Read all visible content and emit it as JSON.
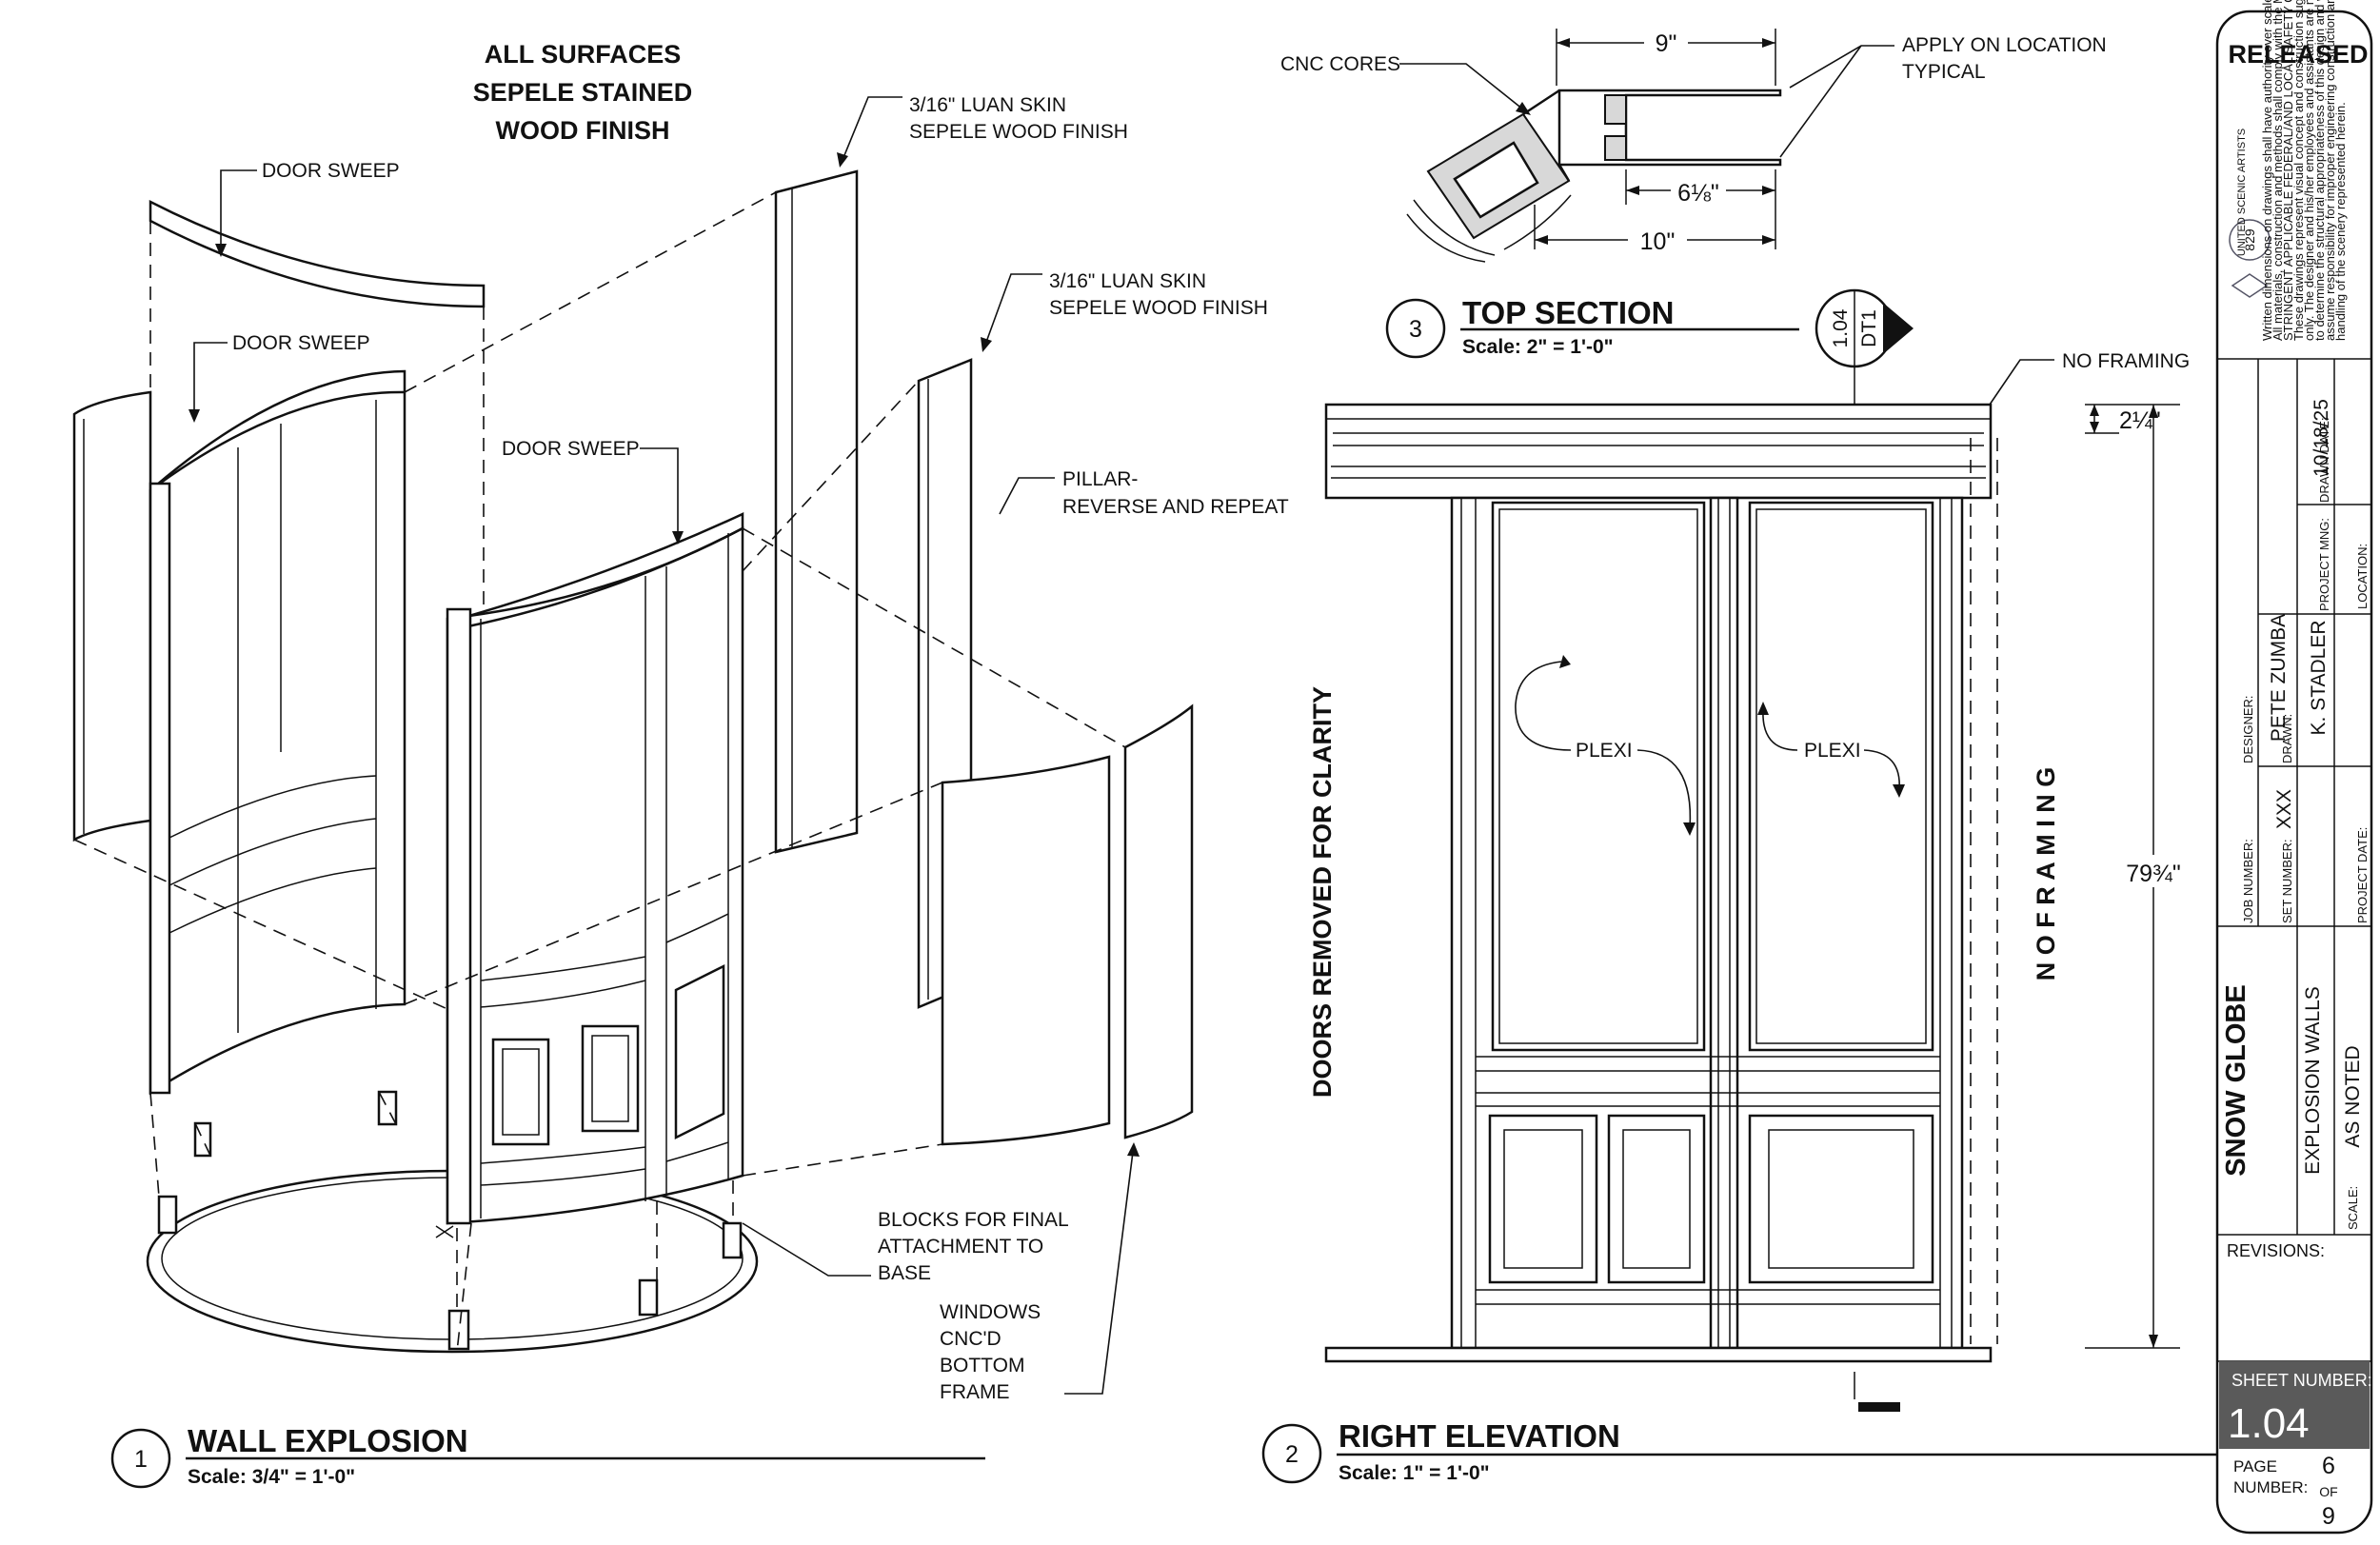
{
  "status": "RELEASED",
  "notes": {
    "finish": [
      "ALL SURFACES",
      "SEPELE STAINED",
      "WOOD FINISH"
    ],
    "door_sweep": "DOOR SWEEP",
    "luan_skin_1": [
      "3/16\" LUAN SKIN",
      "SEPELE WOOD FINISH"
    ],
    "luan_skin_2": [
      "3/16\" LUAN SKIN",
      "SEPELE WOOD FINISH"
    ],
    "pillar": [
      "PILLAR-",
      "REVERSE AND REPEAT"
    ],
    "blocks": [
      "BLOCKS FOR FINAL",
      "ATTACHMENT TO",
      "BASE"
    ],
    "windows": [
      "WINDOWS",
      "CNC'D",
      "BOTTOM",
      "FRAME"
    ],
    "cnc_cores": "CNC CORES",
    "apply": [
      "APPLY ON LOCATION",
      "TYPICAL"
    ],
    "no_framing": "NO FRAMING",
    "no_framing_vertical": "N O   F R A M I N G",
    "doors_removed": "DOORS REMOVED FOR CLARITY",
    "plexi": "PLEXI"
  },
  "dimensions": {
    "top_width": "9\"",
    "core_width": "6⅛\"",
    "bottom_width": "10\"",
    "cornice": "2¼\"",
    "height": "79¾\""
  },
  "views": [
    {
      "number": "1",
      "title": "WALL EXPLOSION",
      "scale": "Scale: 3/4\" = 1'-0\""
    },
    {
      "number": "2",
      "title": "RIGHT ELEVATION",
      "scale": "Scale: 1\" = 1'-0\""
    },
    {
      "number": "3",
      "title": "TOP SECTION",
      "scale": "Scale: 2\" = 1'-0\""
    }
  ],
  "section_marker": {
    "sheet": "1.04",
    "detail": "DT1"
  },
  "title_block": {
    "union": "UNITED SCENIC ARTISTS",
    "local": "829",
    "disclaimer": [
      "Written dimensions on drawings shall have authority over scale.",
      "All materials, construction and methods shall comply with the MOST",
      "STRINGENT APPLICABLE FEDERAL/AND LOCAL SAFETY CODES.",
      "These drawings represent visual concept and construction suggestions",
      "only. The designer and his/her employees and assistants are not qualified",
      "to determine the structural appropriateness of this design and will not",
      "assume responsibility for improper engineering construction and/or",
      "handling of the scenery represented herein."
    ],
    "designer_label": "DESIGNER:",
    "designer": "PETE ZUMBA",
    "drawn_label": "DRAWN:",
    "drawn": "K. STADLER",
    "drawn_date_label": "DRAWN DATE:",
    "drawn_date": "10/18/25",
    "location_label": "LOCATION:",
    "project_mng_label": "PROJECT MNG:",
    "job_number_label": "JOB NUMBER:",
    "set_number_label": "SET NUMBER:",
    "set_number": "XXX",
    "project_date_label": "PROJECT DATE:",
    "project": "SNOW GLOBE",
    "drawing_title": "EXPLOSION WALLS",
    "scale_label": "SCALE:",
    "scale": "AS NOTED",
    "revisions_label": "REVISIONS:",
    "sheet_number_label": "SHEET NUMBER:",
    "sheet_number": "1.04",
    "page_label_1": "PAGE",
    "page_label_2": "NUMBER:",
    "page": "6",
    "of": "OF",
    "total": "9"
  },
  "colors": {
    "status": "#d2231f",
    "ink": "#111111",
    "sheet_box": "#5a5a5a"
  }
}
